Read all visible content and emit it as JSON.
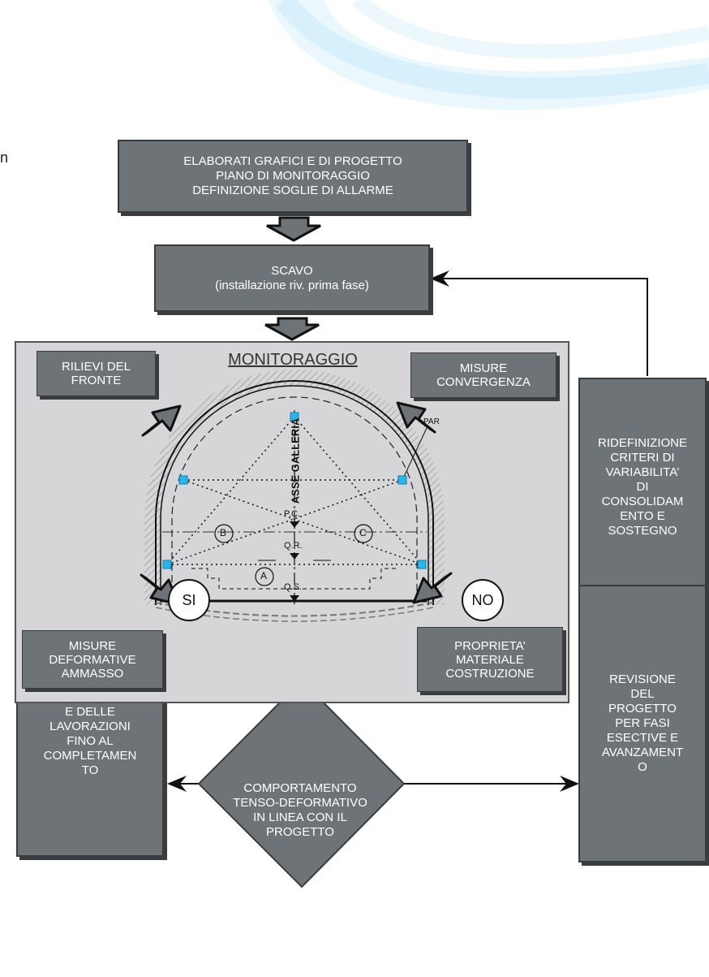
{
  "cut_text": "n",
  "boxes": {
    "project": "ELABORATI GRAFICI E DI PROGETTO\nPIANO DI MONITORAGGIO\nDEFINIZIONE SOGLIE DI ALLARME",
    "scavo": "SCAVO\n(installazione riv. prima fase)",
    "ridefinizione": "RIDEFINIZIONE\nCRITERI DI\nVARIABILITA’\nDI\nCONSOLIDAM\nENTO E\nSOSTEGNO",
    "revisione": "REVISIONE\nDEL\nPROGETTO\nPER FASI\nESECTIVE E\nAVANZAMENT\nO",
    "continuazione": "CONTINUAZION\nE DEGLI SCAVI\nE DELLE\nLAVORAZIONI\nFINO AL\nCOMPLETAMEN\nTO"
  },
  "monitoring": {
    "title": "MONITORAGGIO",
    "rilievi": "RILIEVI DEL\nFRONTE",
    "convergenza": "MISURE\nCONVERGENZA",
    "deformative": "MISURE\nDEFORMATIVE\nAMMASSO",
    "proprieta": "PROPRIETA’\nMATERIALE\nCOSTRUZIONE"
  },
  "tunnel_labels": {
    "asse": "ASSE GALLERIA",
    "pc": "P.C.",
    "qr": "Q.R.",
    "qs": "Q.S.",
    "a": "A",
    "b": "B",
    "c": "C",
    "par": "PAR"
  },
  "decision": {
    "text": "COMPORTAMENTO\nTENSO-DEFORMATIVO\nIN LINEA CON IL\nPROGETTO",
    "yes": "SI",
    "no": "NO"
  },
  "colors": {
    "box_fill": "#6e7378",
    "box_shadow": "#3a3d40",
    "panel_bg": "#d6d6d8",
    "accent_blue": "#29b6e8",
    "arrow_fill": "#6e7378"
  }
}
